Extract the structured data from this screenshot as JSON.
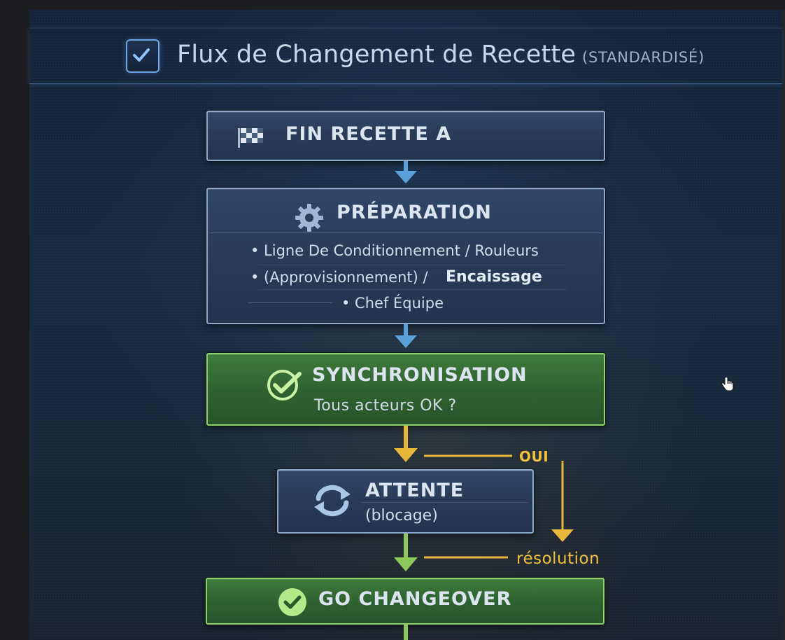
{
  "header": {
    "title": "Flux de Changement de Recette",
    "subtitle": "(STANDARDISÉ)"
  },
  "steps": {
    "fin_recette": {
      "label": "FIN RECETTE A"
    },
    "preparation": {
      "label": "PRÉPARATION",
      "items": [
        "• Ligne De Conditionnement / Rouleurs",
        "• (Approvisionnement) / ",
        "Encaissage",
        "• Chef Équipe"
      ]
    },
    "synchronisation": {
      "label": "SYNCHRONISATION",
      "question": "Tous acteurs OK ?"
    },
    "attente": {
      "label": "ATTENTE",
      "detail": "(blocage)"
    },
    "go_changeover": {
      "label": "GO CHANGEOVER"
    }
  },
  "connectors": {
    "yes_label": "OUI",
    "resolution_label": "résolution"
  },
  "colors": {
    "blue_box": "#283b58",
    "green_box": "#2f6330",
    "blue_arrow": "#5aa0db",
    "yellow_arrow": "#e6b73a",
    "green_arrow": "#8dc85a",
    "title_text": "#c9d7ea"
  },
  "icons": {
    "title": "checkbox-icon",
    "fin_recette": "checkered-flag-icon",
    "preparation": "gear-icon",
    "synchronisation": "check-circle-icon",
    "attente": "refresh-icon",
    "go_changeover": "check-circle-icon",
    "cursor": "hand-cursor-icon"
  }
}
